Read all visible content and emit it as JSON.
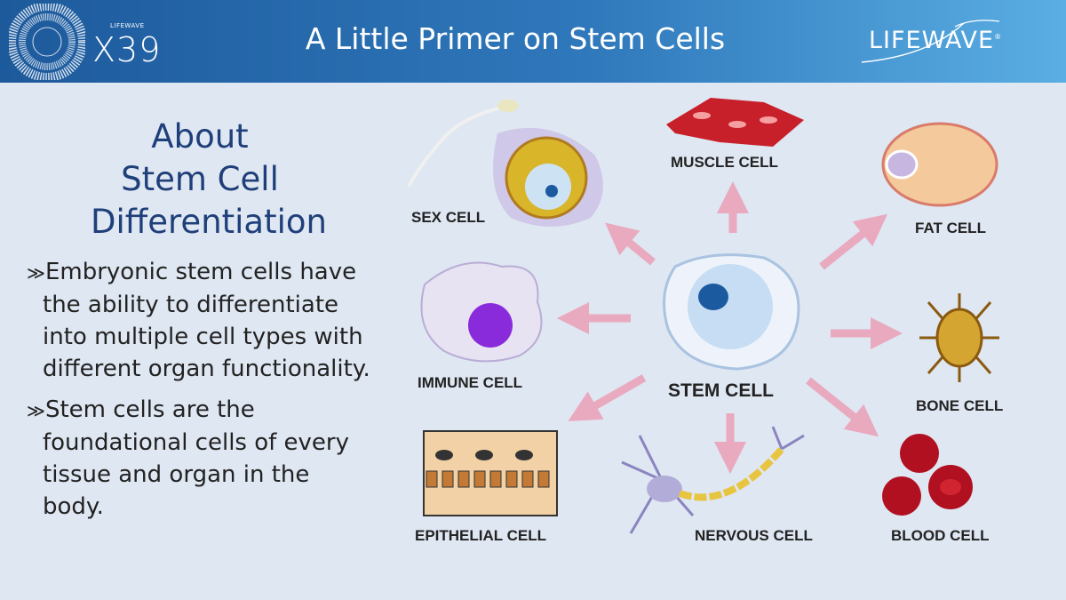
{
  "header": {
    "title": "A Little Primer on Stem Cells",
    "logo_left_small": "LIFEWAVE",
    "logo_left": "X39",
    "logo_right": "LIFEWAVE"
  },
  "about": {
    "line1": "About",
    "line2": "Stem Cell",
    "line3": "Differentiation"
  },
  "bullets": [
    {
      "marker": "≫",
      "text": "Embryonic stem cells have the ability to differentiate into multiple cell types with different organ functionality."
    },
    {
      "marker": "≫",
      "text": "Stem cells are the foundational cells of every tissue and organ in the body."
    }
  ],
  "diagram": {
    "center": "STEM CELL",
    "cells": {
      "sex": "SEX CELL",
      "muscle": "MUSCLE CELL",
      "fat": "FAT CELL",
      "immune": "IMMUNE CELL",
      "bone": "BONE CELL",
      "epithelial": "EPITHELIAL CELL",
      "nervous": "NERVOUS CELL",
      "blood": "BLOOD CELL"
    }
  },
  "colors": {
    "header": "#2f78bb",
    "background": "#dfe7f2",
    "heading": "#1f3f7a",
    "arrow": "#e9a9be"
  }
}
